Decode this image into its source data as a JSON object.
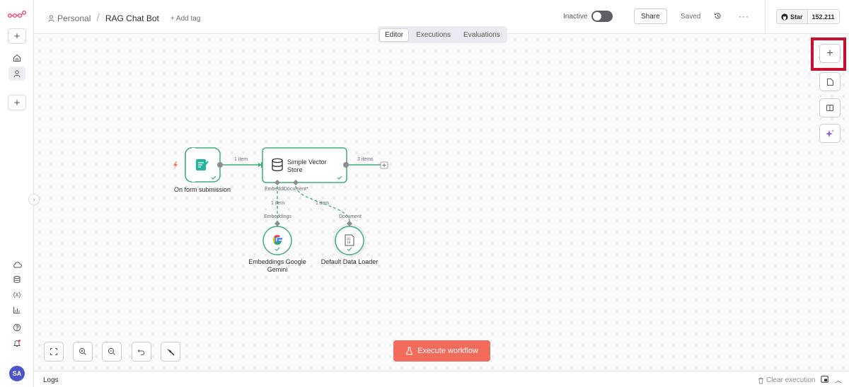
{
  "rail": {
    "logo": "n8n-logo",
    "icons": [
      "plus-icon",
      "home-icon",
      "user-icon",
      "plus-icon",
      "cloud-icon",
      "database-icon",
      "variables-icon",
      "insights-icon",
      "help-icon",
      "bell-icon"
    ],
    "avatar_initials": "SA"
  },
  "header": {
    "project": "Personal",
    "workflow_name": "RAG Chat Bot",
    "add_tag": "+ Add tag",
    "status_label": "Inactive",
    "share_label": "Share",
    "saved_label": "Saved",
    "github_star_label": "Star",
    "github_star_count": "152.211"
  },
  "tabs": [
    "Editor",
    "Executions",
    "Evaluations"
  ],
  "active_tab": "Editor",
  "nodes": {
    "form_trigger": {
      "label": "On form submission"
    },
    "vector_store": {
      "label_line1": "Simple Vector",
      "label_line2": "Store"
    },
    "embeddings": {
      "label_line1": "Embeddings Google",
      "label_line2": "Gemini"
    },
    "data_loader": {
      "label": "Default Data Loader"
    }
  },
  "edges": {
    "trigger_to_store": "1 item",
    "store_out": "3 items",
    "embeddings_in": "Embeddi",
    "document_in": "Document*",
    "embeddings_items": "1 item",
    "document_items": "1 item",
    "embeddings_port": "Embeddings",
    "document_port": "Document"
  },
  "execute_button": "Execute workflow",
  "logs": {
    "title": "Logs",
    "clear_label": "Clear execution"
  },
  "colors": {
    "node_success": "#3fae7a",
    "execute": "#f26b5b",
    "highlight": "#c8102e",
    "trigger_bolt": "#ff6d5a"
  }
}
